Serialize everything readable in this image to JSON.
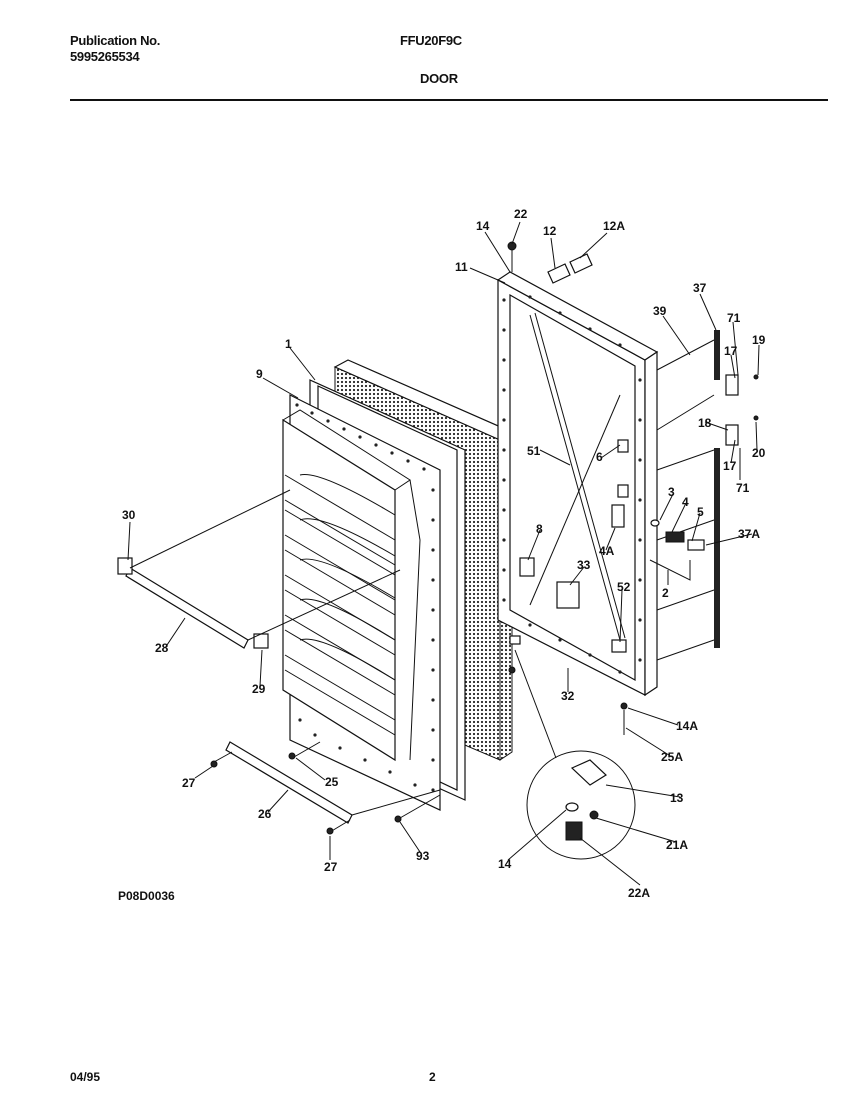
{
  "header": {
    "publication_label": "Publication No.",
    "publication_number": "5995265534",
    "model": "FFU20F9C",
    "section": "DOOR"
  },
  "diagram": {
    "code": "P08D0036",
    "labels": [
      "22",
      "14",
      "12",
      "12A",
      "11",
      "37",
      "39",
      "71",
      "19",
      "17",
      "1",
      "18",
      "9",
      "51",
      "6",
      "17",
      "20",
      "71",
      "3",
      "4",
      "5",
      "37A",
      "30",
      "8",
      "4A",
      "33",
      "2",
      "52",
      "28",
      "29",
      "32",
      "14A",
      "25A",
      "27",
      "25",
      "13",
      "26",
      "21A",
      "27",
      "93",
      "14",
      "22A"
    ]
  },
  "footer": {
    "date": "04/95",
    "page": "2"
  }
}
